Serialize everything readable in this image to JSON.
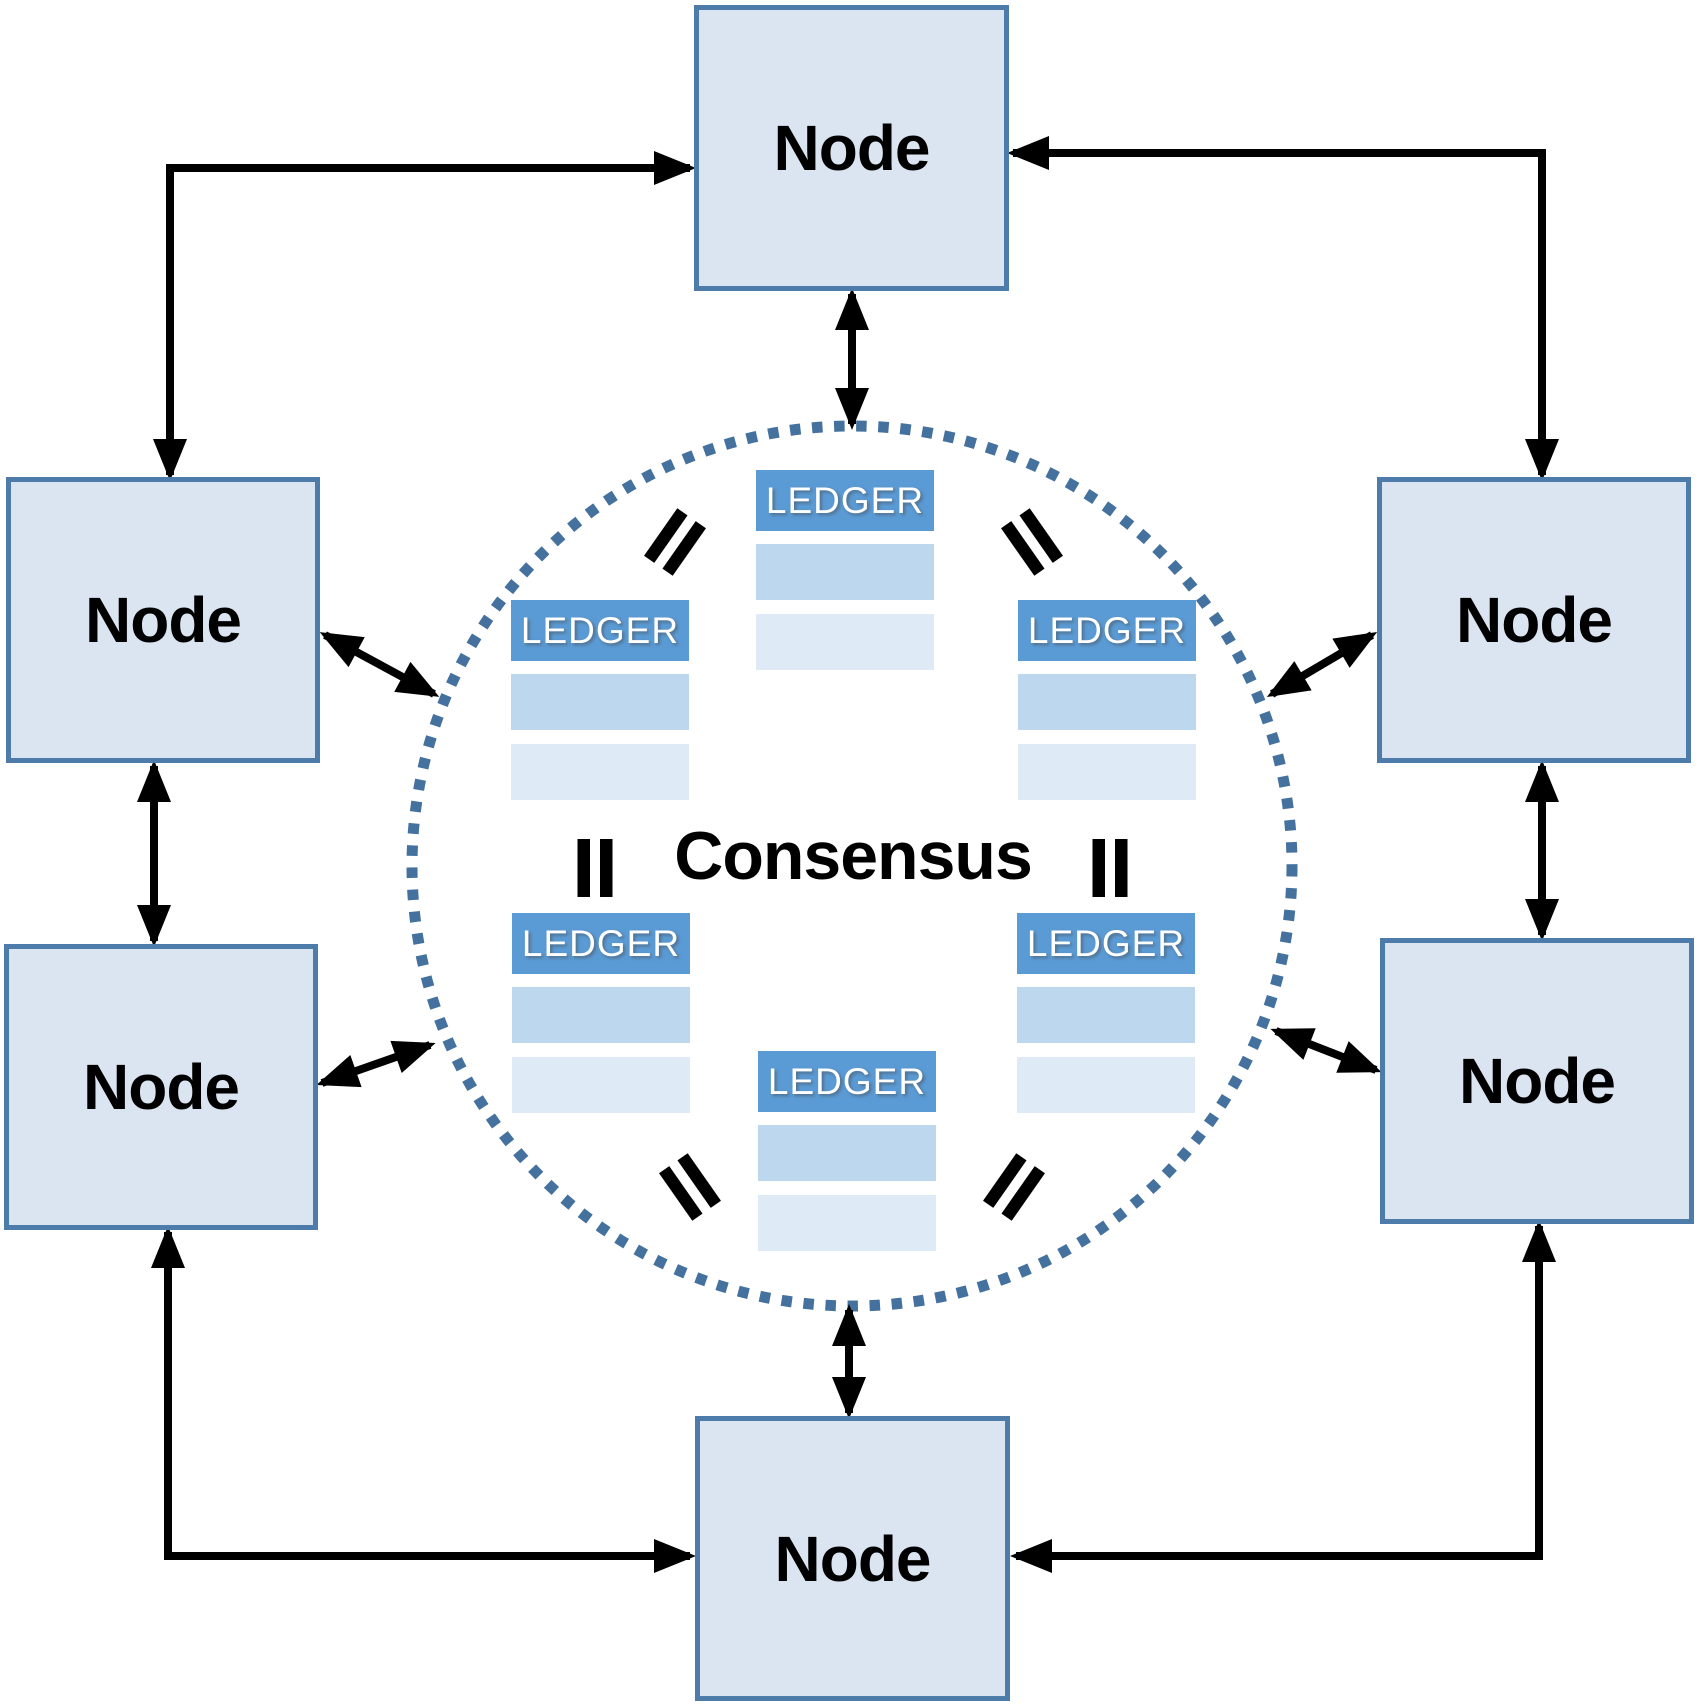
{
  "title": {
    "text": "Consensus"
  },
  "nodes": [
    {
      "id": "top",
      "label": "Node"
    },
    {
      "id": "upper-left",
      "label": "Node"
    },
    {
      "id": "upper-right",
      "label": "Node"
    },
    {
      "id": "lower-left",
      "label": "Node"
    },
    {
      "id": "lower-right",
      "label": "Node"
    },
    {
      "id": "bottom",
      "label": "Node"
    }
  ],
  "ledgers": [
    {
      "id": "top",
      "label": "LEDGER"
    },
    {
      "id": "upper-left",
      "label": "LEDGER"
    },
    {
      "id": "upper-right",
      "label": "LEDGER"
    },
    {
      "id": "lower-left",
      "label": "LEDGER"
    },
    {
      "id": "lower-right",
      "label": "LEDGER"
    },
    {
      "id": "bottom",
      "label": "LEDGER"
    }
  ],
  "colors": {
    "node_fill": "#dbe5f1",
    "node_border": "#4d7cab",
    "ledger_header": "#5b9bd5",
    "ledger_row_1": "#bdd7ee",
    "ledger_row_2": "#deeaf6",
    "circle_dot": "#44719e",
    "arrow": "#000000",
    "text": "#000000",
    "ledger_text": "#ffffff"
  }
}
